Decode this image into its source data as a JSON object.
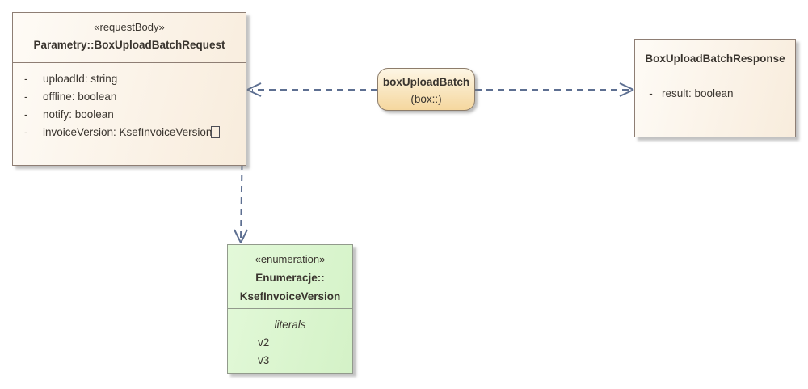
{
  "diagram": {
    "request_class": {
      "stereotype": "«requestBody»",
      "name": "Parametry::BoxUploadBatchRequest",
      "attributes": [
        {
          "visibility": "-",
          "text": "uploadId: string"
        },
        {
          "visibility": "-",
          "text": "offline: boolean"
        },
        {
          "visibility": "-",
          "text": "notify: boolean"
        },
        {
          "visibility": "-",
          "text": "invoiceVersion: KsefInvoiceVersion"
        }
      ]
    },
    "operation": {
      "name": "boxUploadBatch",
      "namespace": "(box::)"
    },
    "response_class": {
      "name": "BoxUploadBatchResponse",
      "attributes": [
        {
          "visibility": "-",
          "text": "result: boolean"
        }
      ]
    },
    "enumeration": {
      "stereotype": "«enumeration»",
      "name_line1": "Enumeracje::",
      "name_line2": "KsefInvoiceVersion",
      "section_label": "literals",
      "literals": [
        "v2",
        "v3"
      ]
    },
    "colors": {
      "class_fill": "#f8ecdc",
      "class_border": "#8e7e74",
      "operation_fill_bottom": "#f5d79e",
      "enum_fill": "#d4f2c7",
      "enum_border": "#929a8c",
      "connector": "#5d6f91",
      "text": "#3a352f"
    }
  }
}
